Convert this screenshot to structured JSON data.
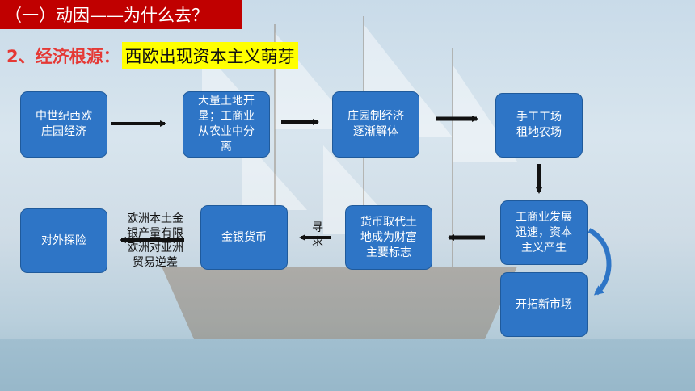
{
  "header": {
    "title": "（一）动因——为什么去？",
    "subtitle_number": "2、经济根源：",
    "subtitle_highlight": "西欧出现资本主义萌芽"
  },
  "flow": {
    "boxes": [
      "中世纪西欧\n庄园经济",
      "大量土地开\n垦；工商业\n从农业中分\n离",
      "庄园制经济\n逐渐解体",
      "手工工场\n租地农场",
      "工商业发展\n迅速，资本\n主义产生",
      "开拓新市场",
      "货币取代土\n地成为财富\n主要标志",
      "金银货币",
      "对外探险"
    ],
    "label_seek": "寻\n求",
    "note_europe": "欧洲本土金\n银产量有限\n欧洲对亚洲\n贸易逆差"
  },
  "colors": {
    "box": "#2e75c6",
    "title_bg": "#c00000",
    "highlight": "#ffff00",
    "number_red": "#e53935"
  }
}
